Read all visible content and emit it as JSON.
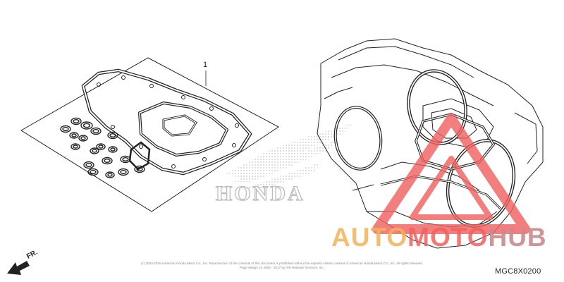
{
  "diagram": {
    "part_number_label": "1",
    "direction_label": "FR.",
    "brand_mark_text": "HONDA",
    "diagram_code": "MGC8X0200",
    "copyright_lines": [
      "(c) 2003-2015 American Honda Motor Co., Inc. Reproduction of the contents of this document is prohibited without the express written consent of American Honda Motor Co., Inc. All rights reserved.",
      "Page design (c) 2004 - 2017 by ARI Network Services, Inc."
    ]
  },
  "watermark": {
    "part_a": "AUTO",
    "part_b": "MOTO",
    "part_c": "HUB"
  },
  "colors": {
    "line": "#222222",
    "watermark_orange": "#f0b45a",
    "watermark_red": "#f0605e",
    "watermark_mauve": "#c98a8f",
    "logo_gray": "#c8c8c8"
  }
}
